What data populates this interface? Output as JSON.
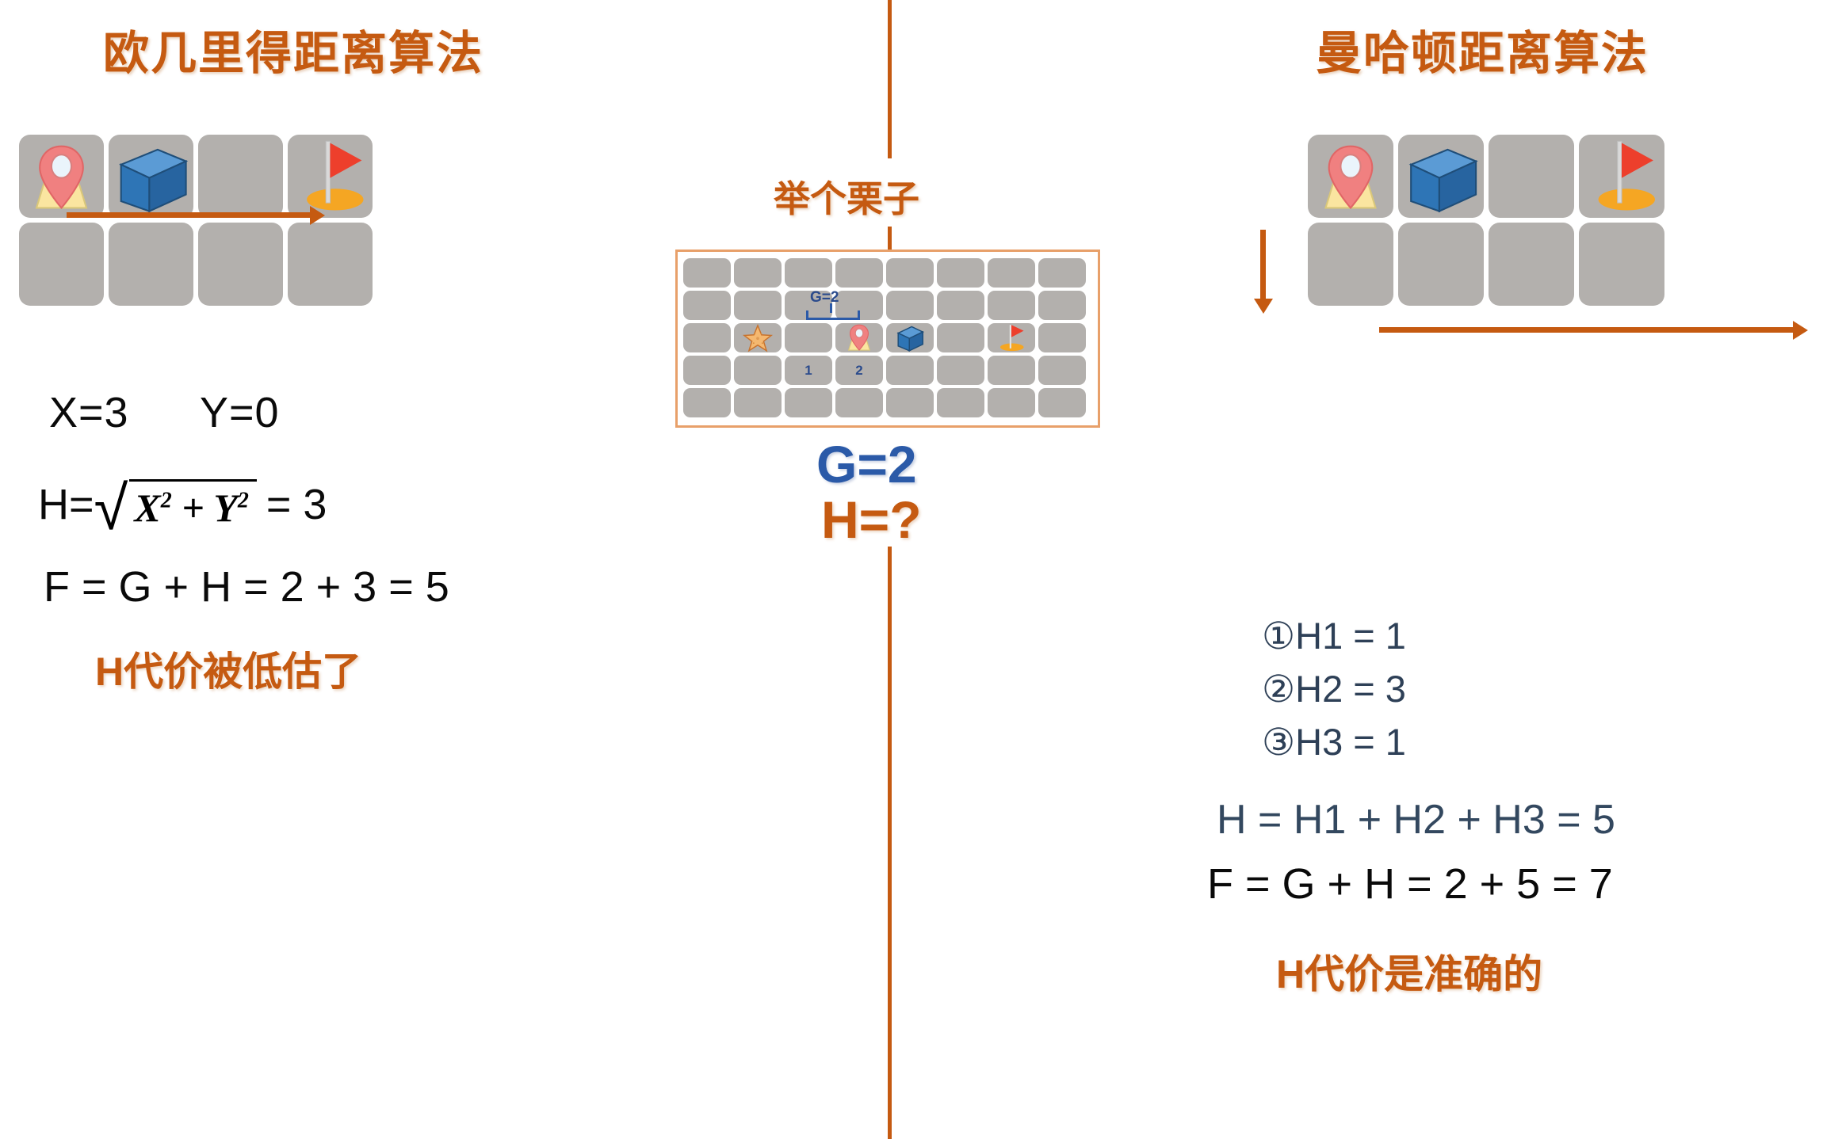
{
  "left_panel": {
    "title": "欧几里得距离算法",
    "grid": {
      "cols": 4,
      "rows": 2,
      "icons": [
        {
          "row": 0,
          "col": 0,
          "icon": "map-pin-icon"
        },
        {
          "row": 0,
          "col": 1,
          "icon": "blue-cube-icon"
        },
        {
          "row": 0,
          "col": 3,
          "icon": "goal-flag-icon"
        }
      ],
      "arrow": {
        "direction": "right",
        "name": "horizontal-path-arrow"
      }
    },
    "variables": {
      "x_label": "X=3",
      "y_label": "Y=0"
    },
    "h_formula": {
      "lead": "H=",
      "radicand": "X² + Y²",
      "tail": "= 3",
      "sqrt_symbol": "√"
    },
    "f_formula": "F = G + H = 2 + 3 =  5",
    "conclusion": "H代价被低估了"
  },
  "center_panel": {
    "label": "举个栗子",
    "board": {
      "cols": 8,
      "rows": 5,
      "icons": [
        {
          "row": 2,
          "col": 1,
          "icon": "starfish-icon"
        },
        {
          "row": 2,
          "col": 3,
          "icon": "map-pin-icon"
        },
        {
          "row": 2,
          "col": 4,
          "icon": "blue-cube-icon"
        },
        {
          "row": 2,
          "col": 6,
          "icon": "goal-flag-icon"
        }
      ],
      "step_numbers": [
        {
          "row": 3,
          "col": 2,
          "text": "1"
        },
        {
          "row": 3,
          "col": 3,
          "text": "2"
        }
      ],
      "brace_label": "G=2"
    },
    "g_value": "G=2",
    "h_value": "H=?"
  },
  "right_panel": {
    "title": "曼哈顿距离算法",
    "grid": {
      "cols": 4,
      "rows": 2,
      "icons": [
        {
          "row": 0,
          "col": 0,
          "icon": "map-pin-icon"
        },
        {
          "row": 0,
          "col": 1,
          "icon": "blue-cube-icon"
        },
        {
          "row": 0,
          "col": 3,
          "icon": "goal-flag-icon"
        }
      ],
      "arrow_down": {
        "direction": "down",
        "name": "vertical-path-arrow"
      },
      "arrow_right": {
        "direction": "right",
        "name": "horizontal-path-arrow"
      }
    },
    "h_steps": [
      {
        "marker": "①",
        "text": "H1 =  1"
      },
      {
        "marker": "②",
        "text": "H2 =  3"
      },
      {
        "marker": "③",
        "text": "H3 =  1"
      }
    ],
    "h_sum": "H = H1 + H2 + H3 = 5",
    "f_formula": "F = G + H = 2 + 5 =  7",
    "conclusion": "H代价是准确的"
  },
  "colors": {
    "accent_orange": "#C55A11",
    "cell_gray": "#B3B0AD",
    "navy": "#2B5AA8",
    "slate": "#2E4057",
    "flag_red": "#ED3F2C",
    "cube_blue": "#2E75B6",
    "pin_pink": "#F08080",
    "map_yellow": "#FAE5A0",
    "sand_orange": "#F5A623",
    "board_border": "#E8A06A"
  }
}
